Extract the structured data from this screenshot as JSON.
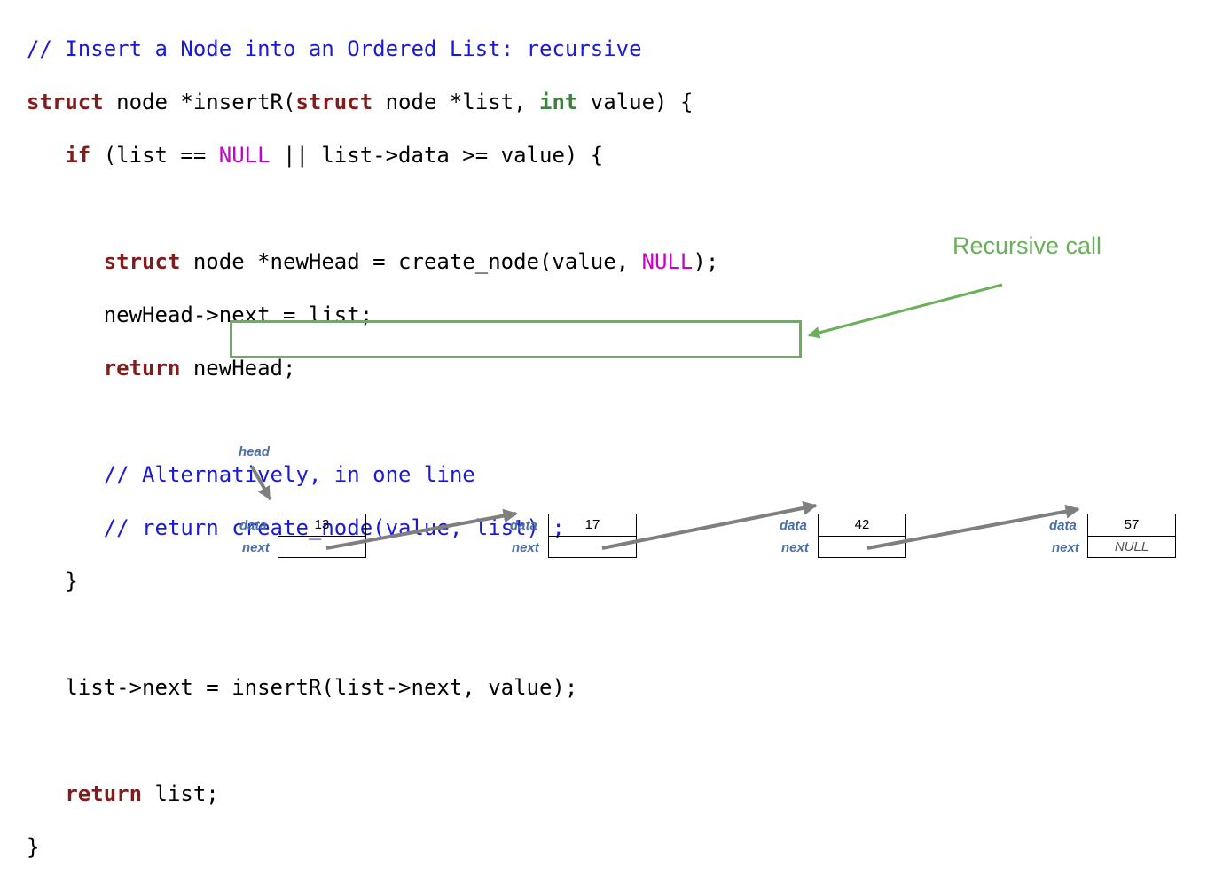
{
  "code": {
    "comment_title": "// Insert a Node into an Ordered List: recursive",
    "kw_struct": "struct",
    "kw_int": "int",
    "kw_if": "if",
    "kw_return": "return",
    "null": "NULL",
    "sig_a": " node *insertR(",
    "sig_b": " node *list, ",
    "sig_c": " value) {",
    "if_a": " (list == ",
    "if_b": " || list->data >= value) {",
    "line4_a": " node *newHead = create_node(value, ",
    "line4_b": ");",
    "line5": "newHead->next = list;",
    "line6_b": " newHead;",
    "comment_alt1": "// Alternatively, in one line",
    "comment_alt2": "// return create_node(value, list) ;",
    "close_inner": "}",
    "recursive_lhs": "list->next = ",
    "recursive_call": "insertR(list->next, value);",
    "return_b": " list;",
    "close_outer": "}"
  },
  "annotation": {
    "text": "Recursive call",
    "color": "#6aaf5a"
  },
  "diagram": {
    "head_label": "head",
    "data_label": "data",
    "next_label": "next",
    "nodes": [
      {
        "data": "13",
        "next": ""
      },
      {
        "data": "17",
        "next": ""
      },
      {
        "data": "42",
        "next": ""
      },
      {
        "data": "57",
        "next": "NULL"
      }
    ]
  }
}
